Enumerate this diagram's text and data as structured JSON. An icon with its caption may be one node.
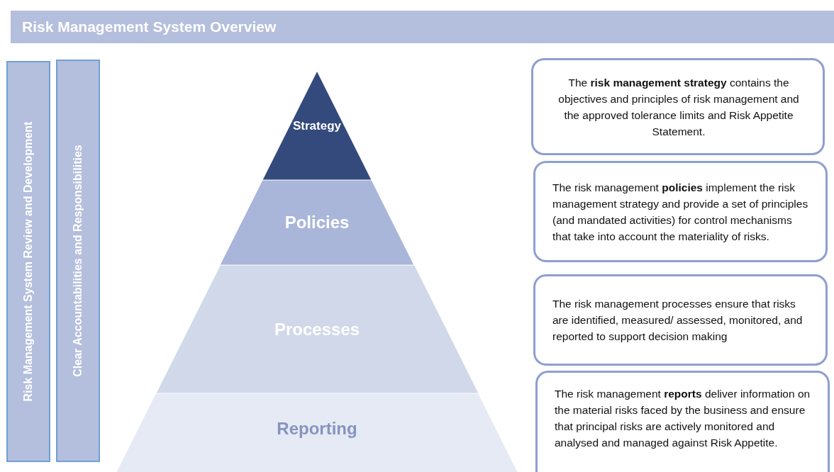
{
  "diagram": {
    "title": "Risk Management System Overview",
    "nodes": [
      {
        "text": [
          "Risk Management System Review and Development"
        ]
      },
      {
        "text": [
          "Clear Accountabilities and Responsibilities"
        ]
      },
      {
        "text": [
          "Strategy"
        ]
      },
      {
        "text": [
          "Policies"
        ]
      },
      {
        "text": [
          "Processes"
        ]
      },
      {
        "text": [
          "Reporting"
        ]
      },
      {
        "text": [
          "The **risk management strategy** contains the objectives and principles of risk management and the approved tolerance limits and Risk Appetite Statement."
        ]
      },
      {
        "text": [
          "The risk management **policies** implement the risk management strategy and provide a set of principles (and mandated activities) for control mechanisms that take into account the materiality of risks."
        ]
      },
      {
        "text": [
          "The risk management processes ensure that risks are identified, measured/ assessed, monitored, and reported to support decision making"
        ]
      },
      {
        "text": [
          "The risk management **reports** deliver information on the material risks faced by the business and ensure that principal risks are actively monitored and analysed and managed against Risk Appetite."
        ]
      }
    ],
    "edges": []
  }
}
